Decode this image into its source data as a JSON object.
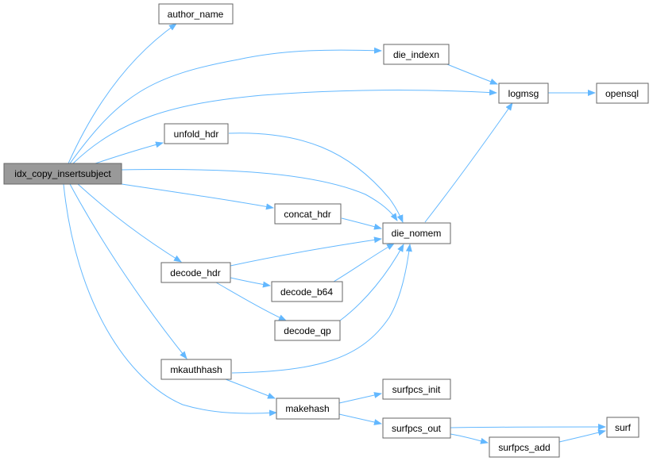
{
  "colors": {
    "edge": "#63b8ff",
    "node_border": "#666666",
    "node_fill": "#ffffff",
    "root_fill": "#999999"
  },
  "nodes": {
    "idx_copy_insertsubject": "idx_copy_insertsubject",
    "author_name": "author_name",
    "die_indexn": "die_indexn",
    "logmsg": "logmsg",
    "opensql": "opensql",
    "unfold_hdr": "unfold_hdr",
    "concat_hdr": "concat_hdr",
    "die_nomem": "die_nomem",
    "decode_hdr": "decode_hdr",
    "decode_b64": "decode_b64",
    "decode_qp": "decode_qp",
    "mkauthhash": "mkauthhash",
    "makehash": "makehash",
    "surfpcs_init": "surfpcs_init",
    "surfpcs_out": "surfpcs_out",
    "surf": "surf",
    "surfpcs_add": "surfpcs_add"
  },
  "edges": [
    [
      "idx_copy_insertsubject",
      "author_name"
    ],
    [
      "idx_copy_insertsubject",
      "die_indexn"
    ],
    [
      "idx_copy_insertsubject",
      "logmsg"
    ],
    [
      "idx_copy_insertsubject",
      "unfold_hdr"
    ],
    [
      "idx_copy_insertsubject",
      "die_nomem"
    ],
    [
      "idx_copy_insertsubject",
      "concat_hdr"
    ],
    [
      "idx_copy_insertsubject",
      "decode_hdr"
    ],
    [
      "idx_copy_insertsubject",
      "mkauthhash"
    ],
    [
      "idx_copy_insertsubject",
      "makehash"
    ],
    [
      "die_indexn",
      "logmsg"
    ],
    [
      "logmsg",
      "opensql"
    ],
    [
      "unfold_hdr",
      "die_nomem"
    ],
    [
      "concat_hdr",
      "die_nomem"
    ],
    [
      "die_nomem",
      "logmsg"
    ],
    [
      "decode_hdr",
      "die_nomem"
    ],
    [
      "decode_hdr",
      "decode_b64"
    ],
    [
      "decode_hdr",
      "decode_qp"
    ],
    [
      "decode_b64",
      "die_nomem"
    ],
    [
      "decode_qp",
      "die_nomem"
    ],
    [
      "mkauthhash",
      "die_nomem"
    ],
    [
      "mkauthhash",
      "makehash"
    ],
    [
      "makehash",
      "surfpcs_init"
    ],
    [
      "makehash",
      "surfpcs_out"
    ],
    [
      "surfpcs_out",
      "surf"
    ],
    [
      "surfpcs_out",
      "surfpcs_add"
    ],
    [
      "surfpcs_add",
      "surf"
    ]
  ]
}
